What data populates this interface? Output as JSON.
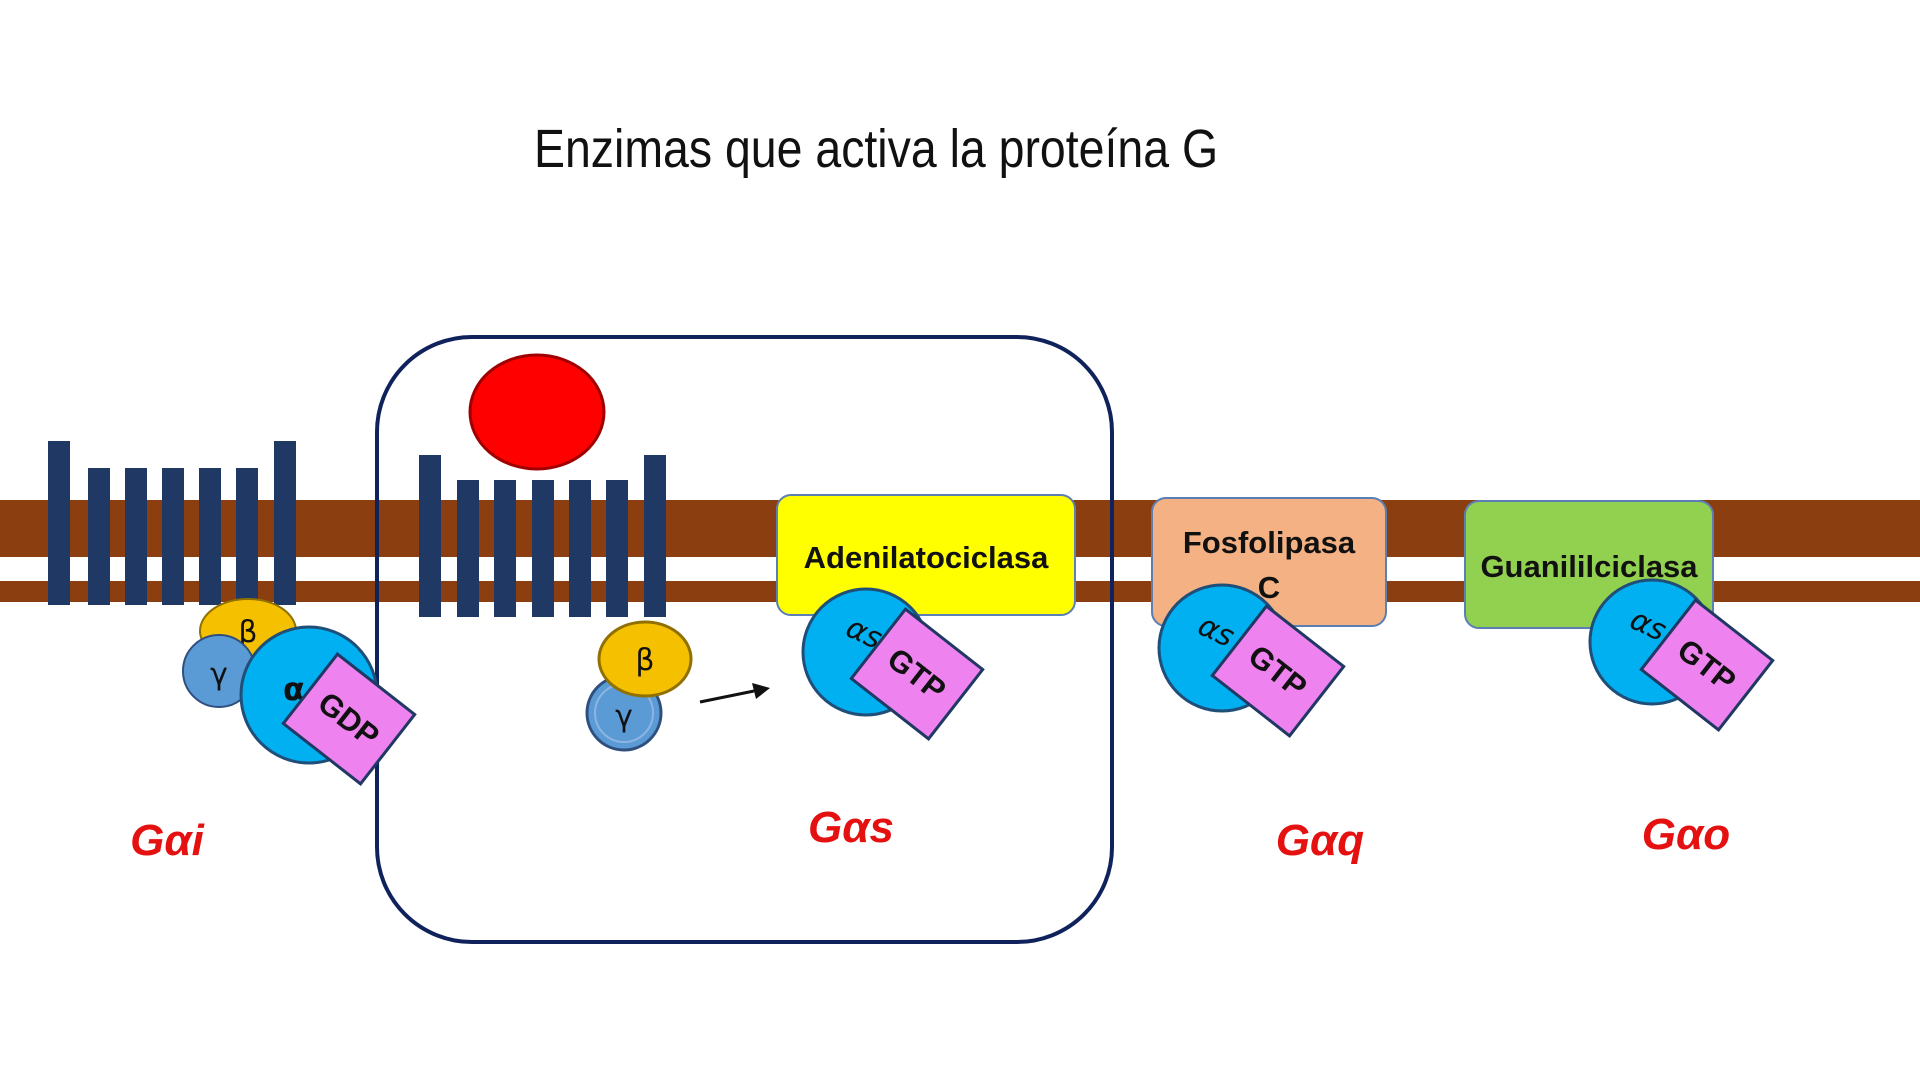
{
  "title": "Enzimas que activa la proteína G",
  "colors": {
    "membrane": "#8B3E0F",
    "receptor": "#1F3864",
    "ligand": "#FF0000",
    "alpha": "#00B0F0",
    "beta": "#F5C000",
    "gamma": "#5B9BD5",
    "nucleotide": "#EE82EE",
    "label": "#E51010",
    "frame": "#10225C"
  },
  "enzymes": {
    "adenylate": {
      "label": "Adenilatociclasa",
      "color": "#FFFF00"
    },
    "phospholipase": {
      "line1": "Fosfolipasa",
      "line2": "C",
      "color": "#F4B183"
    },
    "guanylate": {
      "label": "Guanililciclasa",
      "color": "#92D050"
    }
  },
  "complexes": {
    "inactive": {
      "beta": "β",
      "gamma": "γ",
      "alpha": "α",
      "nucleotide": "GDP"
    },
    "dissociated": {
      "beta": "β",
      "gamma": "γ"
    },
    "active_s": {
      "alpha": "αs",
      "nucleotide": "GTP"
    },
    "active_q": {
      "alpha": "αs",
      "nucleotide": "GTP"
    },
    "active_o": {
      "alpha": "αs",
      "nucleotide": "GTP"
    }
  },
  "labels": {
    "gai": "Gαi",
    "gas": "Gαs",
    "gaq": "Gαq",
    "gao": "Gαo"
  }
}
